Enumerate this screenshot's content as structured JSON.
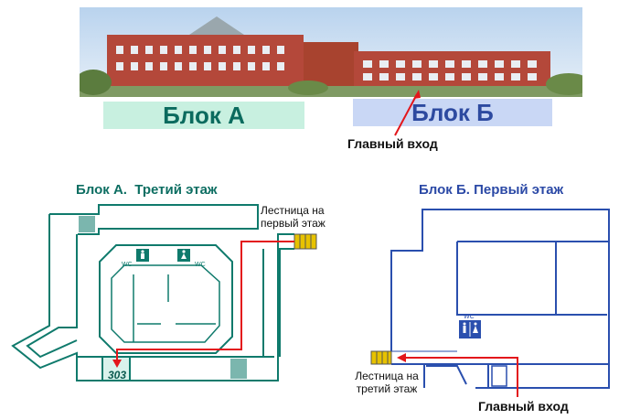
{
  "labels": {
    "block_a": "Блок А",
    "block_b": "Блок Б",
    "main_entrance_top": "Главный вход",
    "title_block_a": "Блок А.  Третий этаж",
    "title_block_b": "Блок Б. Первый этаж",
    "stairs_to_first": "Лестница на первый этаж",
    "stairs_to_third": "Лестница на третий этаж",
    "main_entrance_bottom": "Главный вход",
    "room_303": "303",
    "wc": "WC"
  },
  "colors": {
    "block_a_plan": "#0f7a6c",
    "block_b_plan": "#2a4fae",
    "route": "#e3161b",
    "stairs": "#e7c200"
  }
}
